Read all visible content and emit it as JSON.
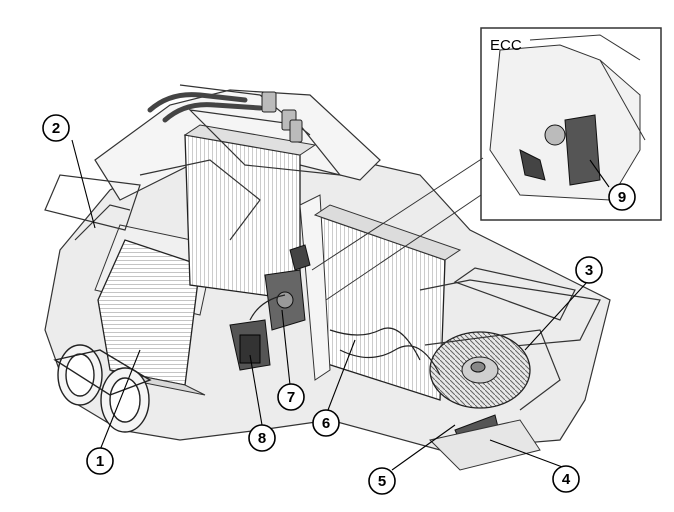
{
  "inset": {
    "label": "ECC"
  },
  "callouts": {
    "c1": "1",
    "c2": "2",
    "c3": "3",
    "c4": "4",
    "c5": "5",
    "c6": "6",
    "c7": "7",
    "c8": "8",
    "c9": "9"
  }
}
